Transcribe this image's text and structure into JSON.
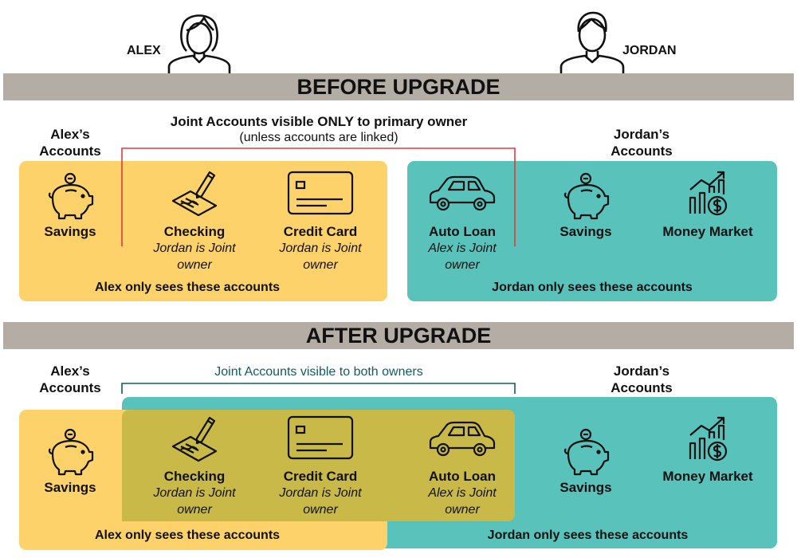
{
  "people": {
    "left": "ALEX",
    "right": "JORDAN"
  },
  "before": {
    "banner": "BEFORE UPGRADE",
    "note_title": "Joint Accounts visible ONLY to primary owner",
    "note_sub": "(unless accounts are linked)",
    "alex_heading": [
      "Alex’s",
      "Accounts"
    ],
    "jordan_heading": [
      "Jordan’s",
      "Accounts"
    ],
    "accounts": {
      "savings_alex": {
        "label": "Savings"
      },
      "checking": {
        "label": "Checking",
        "sub": [
          "Jordan is Joint",
          "owner"
        ]
      },
      "credit_card": {
        "label": "Credit Card",
        "sub": [
          "Jordan is Joint",
          "owner"
        ]
      },
      "auto_loan": {
        "label": "Auto Loan",
        "sub": [
          "Alex is Joint",
          "owner"
        ]
      },
      "savings_jordan": {
        "label": "Savings"
      },
      "money_market": {
        "label": "Money Market"
      }
    },
    "alex_footer": "Alex only sees these accounts",
    "jordan_footer": "Jordan only sees these accounts"
  },
  "after": {
    "banner": "AFTER UPGRADE",
    "note_title": "Joint Accounts visible to both owners",
    "alex_heading": [
      "Alex’s",
      "Accounts"
    ],
    "jordan_heading": [
      "Jordan’s",
      "Accounts"
    ],
    "accounts": {
      "savings_alex": {
        "label": "Savings"
      },
      "checking": {
        "label": "Checking",
        "sub": [
          "Jordan is Joint",
          "owner"
        ]
      },
      "credit_card": {
        "label": "Credit Card",
        "sub": [
          "Jordan is Joint",
          "owner"
        ]
      },
      "auto_loan": {
        "label": "Auto Loan",
        "sub": [
          "Alex is Joint",
          "owner"
        ]
      },
      "savings_jordan": {
        "label": "Savings"
      },
      "money_market": {
        "label": "Money Market"
      }
    },
    "alex_footer": "Alex only sees these accounts",
    "jordan_footer": "Jordan only sees these accounts"
  },
  "colors": {
    "alex_box": "#fdd26a",
    "jordan_box": "#58c2bb",
    "overlap": "#c8b948",
    "banner": "#b3ada5",
    "before_bracket": "#e03a3e",
    "after_bracket": "#145a64"
  },
  "icons": [
    "person-female-icon",
    "person-male-icon",
    "piggy-bank-icon",
    "check-pen-icon",
    "credit-card-icon",
    "car-icon",
    "growth-chart-dollar-icon"
  ]
}
